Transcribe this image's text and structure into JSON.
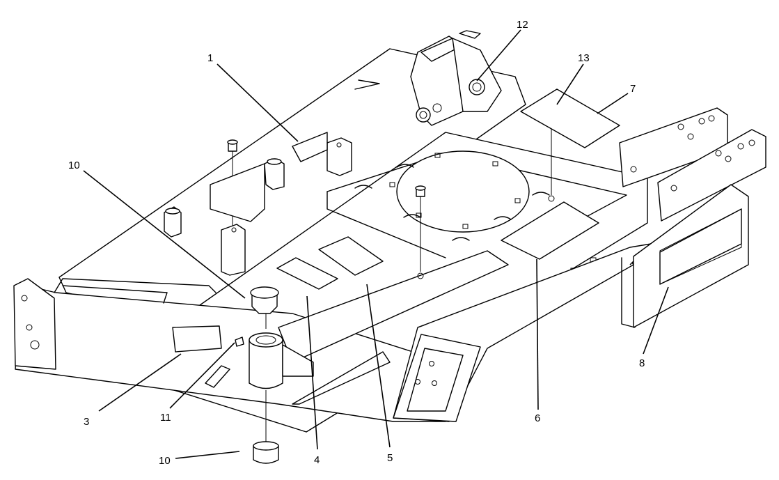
{
  "callouts": {
    "c1": "1",
    "c3": "3",
    "c4": "4",
    "c5": "5",
    "c6": "6",
    "c7": "7",
    "c8": "8",
    "c10a": "10",
    "c10b": "10",
    "c11": "11",
    "c12": "12",
    "c13": "13"
  }
}
